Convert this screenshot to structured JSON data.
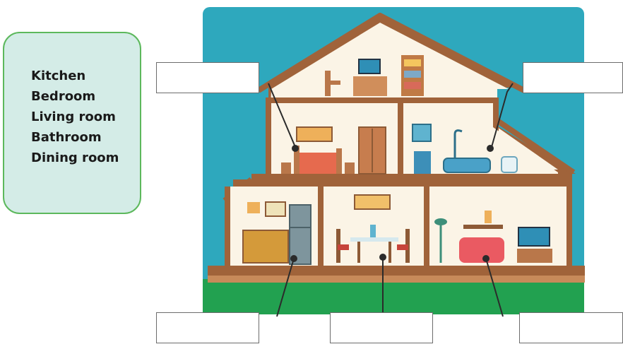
{
  "word_bank": {
    "title": "",
    "items": [
      "Kitchen",
      "Bedroom",
      "Living room",
      "Bathroom",
      "Dining room"
    ]
  },
  "answer_boxes": [
    {
      "id": "top-left",
      "points_to": "bedroom",
      "value": ""
    },
    {
      "id": "top-right",
      "points_to": "bathroom",
      "value": ""
    },
    {
      "id": "bottom-left",
      "points_to": "kitchen",
      "value": ""
    },
    {
      "id": "bottom-middle",
      "points_to": "dining room",
      "value": ""
    },
    {
      "id": "bottom-right",
      "points_to": "living room",
      "value": ""
    }
  ],
  "colors": {
    "sky": "#2ea8bd",
    "grass": "#22a150",
    "wall_outline": "#a0633a",
    "room_fill": "#fbf4e6",
    "word_bank_bg": "#d4ece7",
    "word_bank_border": "#5cb85c"
  }
}
